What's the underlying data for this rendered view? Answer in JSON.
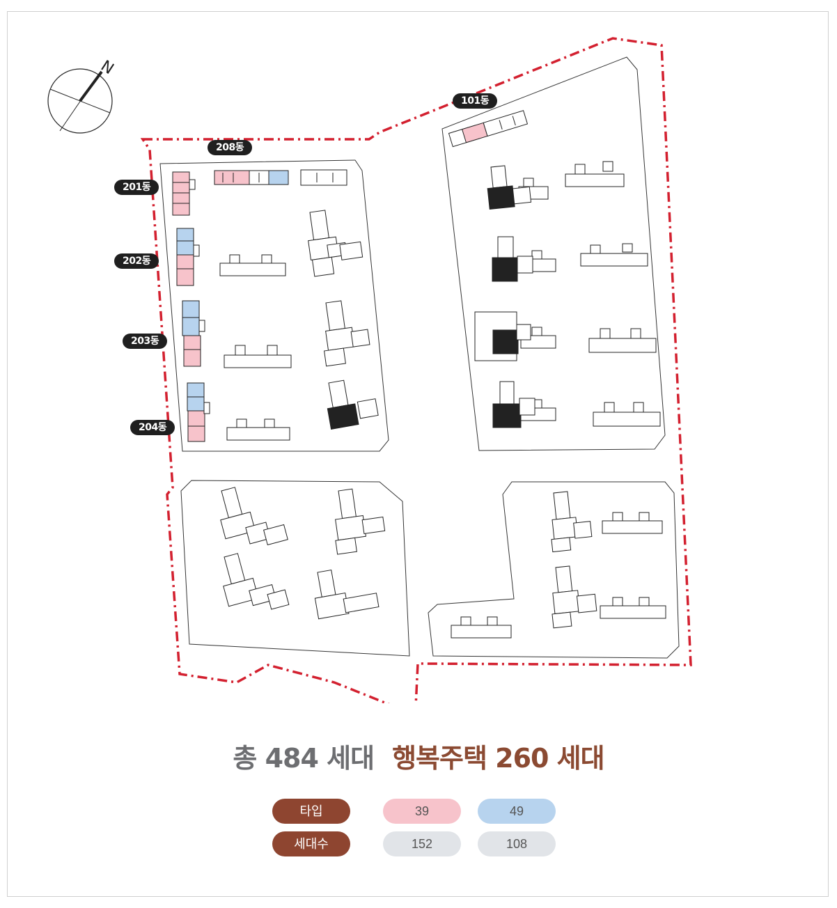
{
  "buildings": {
    "b101": "101동",
    "b208": "208동",
    "b201": "201동",
    "b202": "202동",
    "b203": "203동",
    "b204": "204동"
  },
  "compass": {
    "north_label": "N"
  },
  "summary": {
    "total": "총 484 세대",
    "happy_housing": "행복주택 260 세대"
  },
  "legend": {
    "type_header": "타입",
    "units_header": "세대수",
    "types": [
      {
        "type": "39",
        "units": "152",
        "color": "#f7c3cb"
      },
      {
        "type": "49",
        "units": "108",
        "color": "#b7d3ee"
      }
    ]
  },
  "colors": {
    "site_boundary": "#d3202f",
    "label_bg": "#1f1f1f",
    "accent_brown": "#8e4530",
    "type39_pink": "#f7c3cb",
    "type49_blue": "#b7d3ee"
  },
  "icons": [
    "compass-icon"
  ]
}
